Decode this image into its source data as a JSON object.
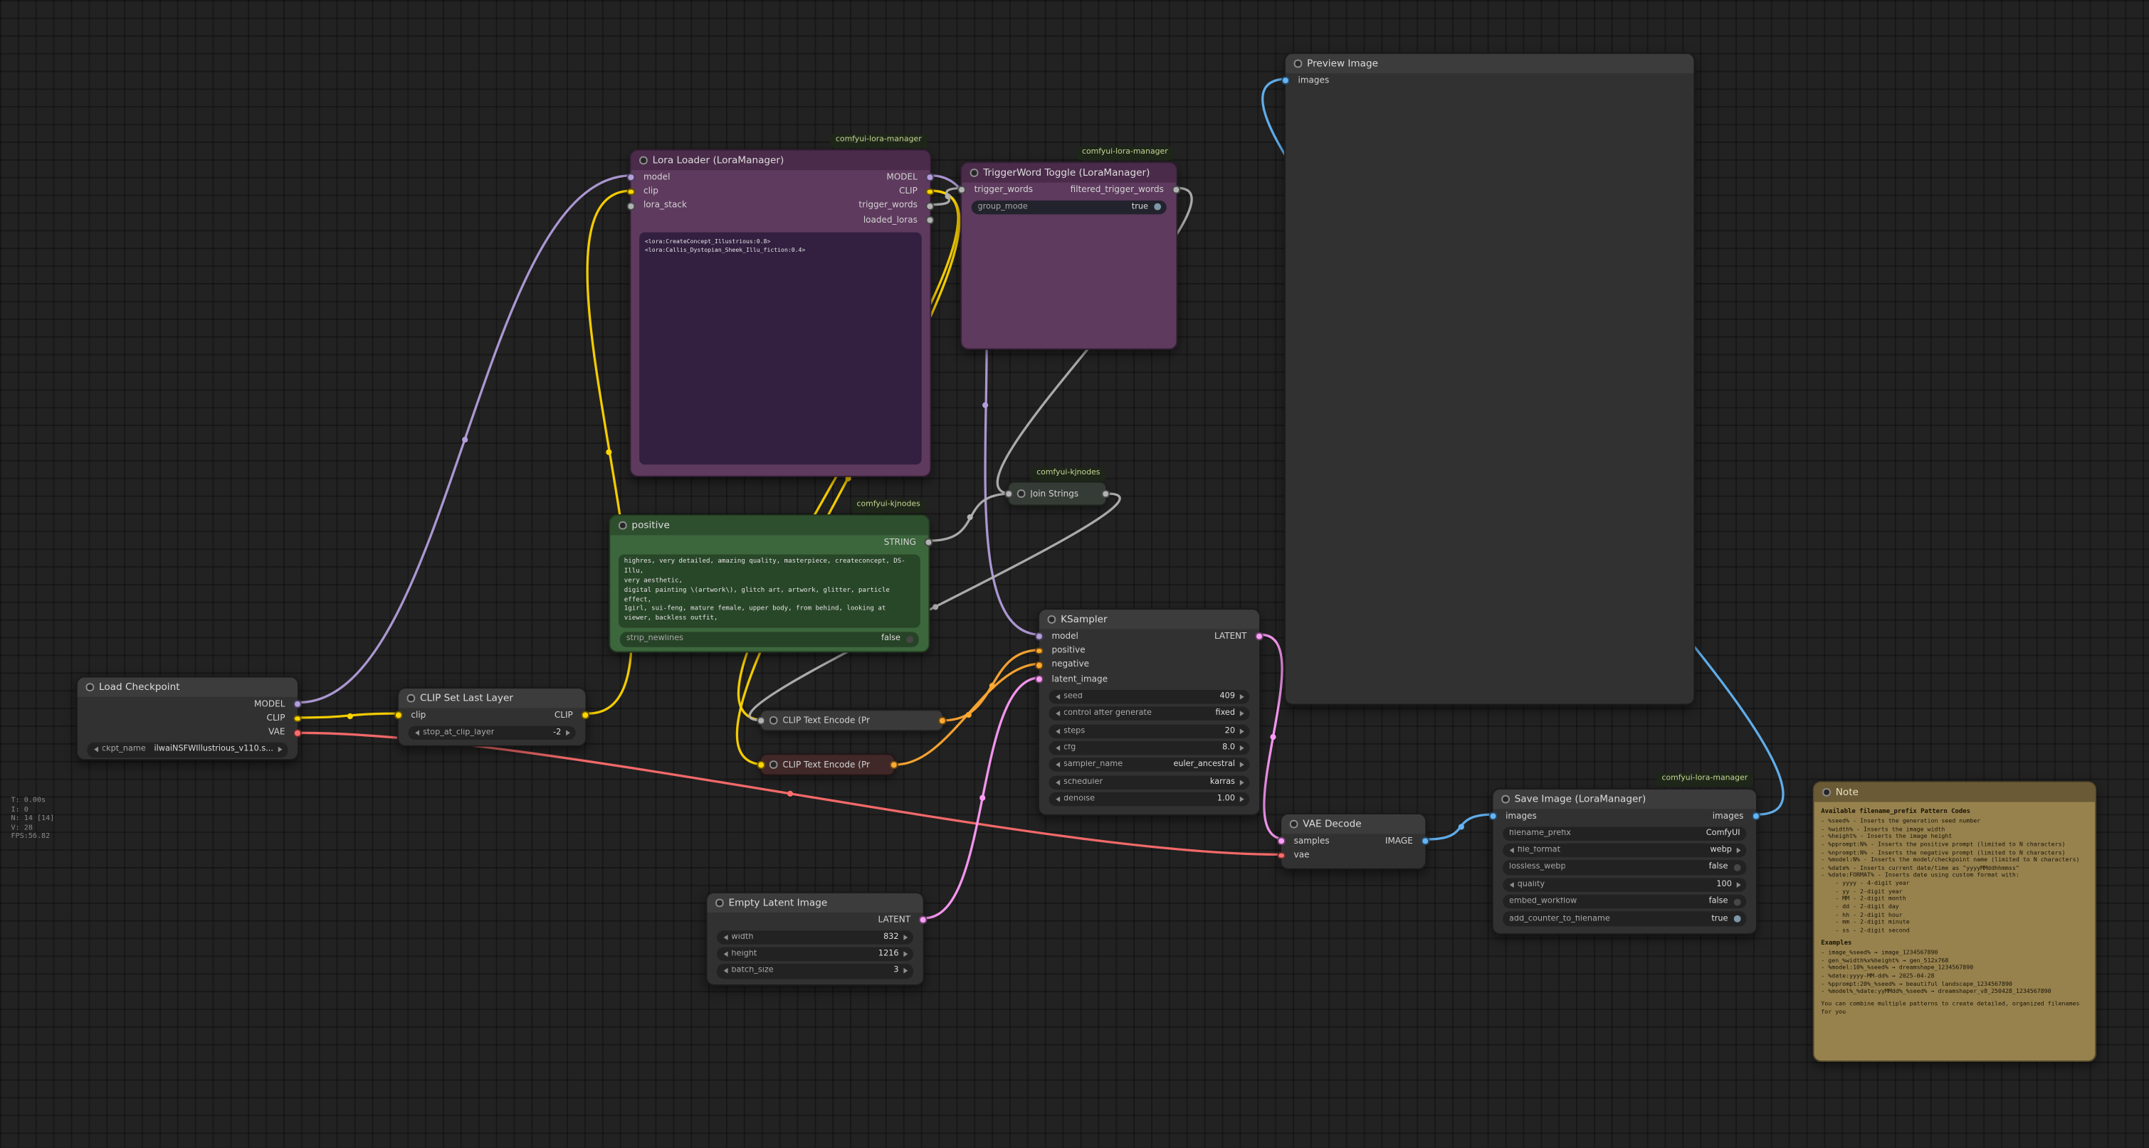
{
  "badges": {
    "lora_manager": "comfyui-lora-manager",
    "kjnodes": "comfyui-kjnodes"
  },
  "stats": {
    "lines": [
      "T: 0.00s",
      "I: 0",
      "N: 14 [14]",
      "V: 28",
      "FPS:56.82"
    ]
  },
  "colors": {
    "model": "#B39DDB",
    "clip": "#FFD500",
    "vae": "#FF6E6E",
    "conditioning": "#FFA931",
    "latent": "#FF9CF9",
    "image": "#64B5F6",
    "string": "#B2B2B2",
    "toggle_on": "#7D98A8",
    "toggle_off": "#474747"
  },
  "nodes": {
    "load_checkpoint": {
      "title": "Load Checkpoint",
      "outputs": [
        "MODEL",
        "CLIP",
        "VAE"
      ],
      "widgets": [
        {
          "label": "ckpt_name",
          "value": "ilwaiNSFWIllustrious_v110.s..."
        }
      ]
    },
    "clip_set_last_layer": {
      "title": "CLIP Set Last Layer",
      "inputs": [
        "clip"
      ],
      "outputs": [
        "CLIP"
      ],
      "widgets": [
        {
          "label": "stop_at_clip_layer",
          "value": "-2"
        }
      ]
    },
    "lora_loader": {
      "title": "Lora Loader (LoraManager)",
      "inputs": [
        "model",
        "clip",
        "lora_stack"
      ],
      "outputs": [
        "MODEL",
        "CLIP",
        "trigger_words",
        "loaded_loras"
      ],
      "text": "<lora:CreateConcept_Illustrious:0.8> <lora:Callis_Dystopian_Sheek_Illu_fiction:0.4>"
    },
    "triggerword_toggle": {
      "title": "TriggerWord Toggle (LoraManager)",
      "inputs": [
        "trigger_words"
      ],
      "outputs": [
        "filtered_trigger_words"
      ],
      "widgets": [
        {
          "label": "group_mode",
          "value": "true"
        }
      ]
    },
    "positive": {
      "title": "positive",
      "outputs": [
        "STRING"
      ],
      "text": "highres, very detailed, amazing quality, masterpiece, createconcept, DS-Illu,\nvery aesthetic,\ndigital painting \\(artwork\\), glitch art, artwork, glitter, particle effect,\n1girl, sui-feng, mature female, upper body, from behind, looking at viewer, backless outfit,",
      "widgets": [
        {
          "label": "strip_newlines",
          "value": "false"
        }
      ]
    },
    "join_strings": {
      "title": "Join Strings"
    },
    "clip_text_encode_1": {
      "title": "CLIP Text Encode (Pr"
    },
    "clip_text_encode_2": {
      "title": "CLIP Text Encode (Pr"
    },
    "ksampler": {
      "title": "KSampler",
      "inputs": [
        "model",
        "positive",
        "negative",
        "latent_image"
      ],
      "outputs": [
        "LATENT"
      ],
      "widgets": [
        {
          "label": "seed",
          "value": "409"
        },
        {
          "label": "control after generate",
          "value": "fixed"
        },
        {
          "label": "steps",
          "value": "20"
        },
        {
          "label": "cfg",
          "value": "8.0"
        },
        {
          "label": "sampler_name",
          "value": "euler_ancestral"
        },
        {
          "label": "scheduler",
          "value": "karras"
        },
        {
          "label": "denoise",
          "value": "1.00"
        }
      ]
    },
    "empty_latent": {
      "title": "Empty Latent Image",
      "outputs": [
        "LATENT"
      ],
      "widgets": [
        {
          "label": "width",
          "value": "832"
        },
        {
          "label": "height",
          "value": "1216"
        },
        {
          "label": "batch_size",
          "value": "3"
        }
      ]
    },
    "vae_decode": {
      "title": "VAE Decode",
      "inputs": [
        "samples",
        "vae"
      ],
      "outputs": [
        "IMAGE"
      ]
    },
    "save_image": {
      "title": "Save Image (LoraManager)",
      "inputs": [
        "images"
      ],
      "outputs": [
        "images"
      ],
      "widgets": [
        {
          "label": "filename_prefix",
          "value": "ComfyUI"
        },
        {
          "label": "file_format",
          "value": "webp"
        },
        {
          "label": "lossless_webp",
          "value": "false"
        },
        {
          "label": "quality",
          "value": "100"
        },
        {
          "label": "embed_workflow",
          "value": "false"
        },
        {
          "label": "add_counter_to_filename",
          "value": "true"
        }
      ]
    },
    "preview_image": {
      "title": "Preview Image",
      "inputs": [
        "images"
      ]
    },
    "note": {
      "title": "Note",
      "heading": "Available filename_prefix Pattern Codes",
      "codes": "- %seed% - Inserts the generation seed number\n- %width% - Inserts the image width\n- %height% - Inserts the image height\n- %pprompt:N% - Inserts the positive prompt (limited to N characters)\n- %nprompt:N% - Inserts the negative prompt (limited to N characters)\n- %model:N% - Inserts the model/checkpoint name (limited to N characters)\n- %date% - Inserts current date/time as \"yyyyMMddhhmmss\"\n- %date:FORMAT% - Inserts date using custom format with:\n    - yyyy - 4-digit year\n    - yy - 2-digit year\n    - MM - 2-digit month\n    - dd - 2-digit day\n    - hh - 2-digit hour\n    - mm - 2-digit minute\n    - ss - 2-digit second",
      "examples_heading": "Examples",
      "examples": "- image_%seed% → image_1234567890\n- gen_%width%x%height% → gen_512x768\n- %model:10%_%seed% → dreamshape_1234567890\n- %date:yyyy-MM-dd% → 2025-04-28\n- %pprompt:20%_%seed% → beautiful landscape_1234567890\n- %model%_%date:yyMMdd%_%seed% → dreamshaper_v8_250428_1234567890",
      "footer": "You can combine multiple patterns to create detailed, organized filenames for you"
    }
  }
}
